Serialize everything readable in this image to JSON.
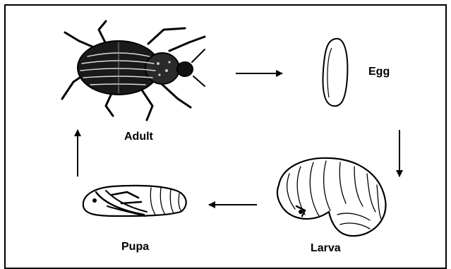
{
  "diagram": {
    "stages": {
      "adult": {
        "label": "Adult",
        "icon": "beetle-icon"
      },
      "egg": {
        "label": "Egg",
        "icon": "egg-icon"
      },
      "larva": {
        "label": "Larva",
        "icon": "larva-icon"
      },
      "pupa": {
        "label": "Pupa",
        "icon": "pupa-icon"
      }
    },
    "cycle_order": [
      "Adult",
      "Egg",
      "Larva",
      "Pupa"
    ],
    "colors": {
      "ink": "#000000",
      "background": "#ffffff"
    }
  }
}
